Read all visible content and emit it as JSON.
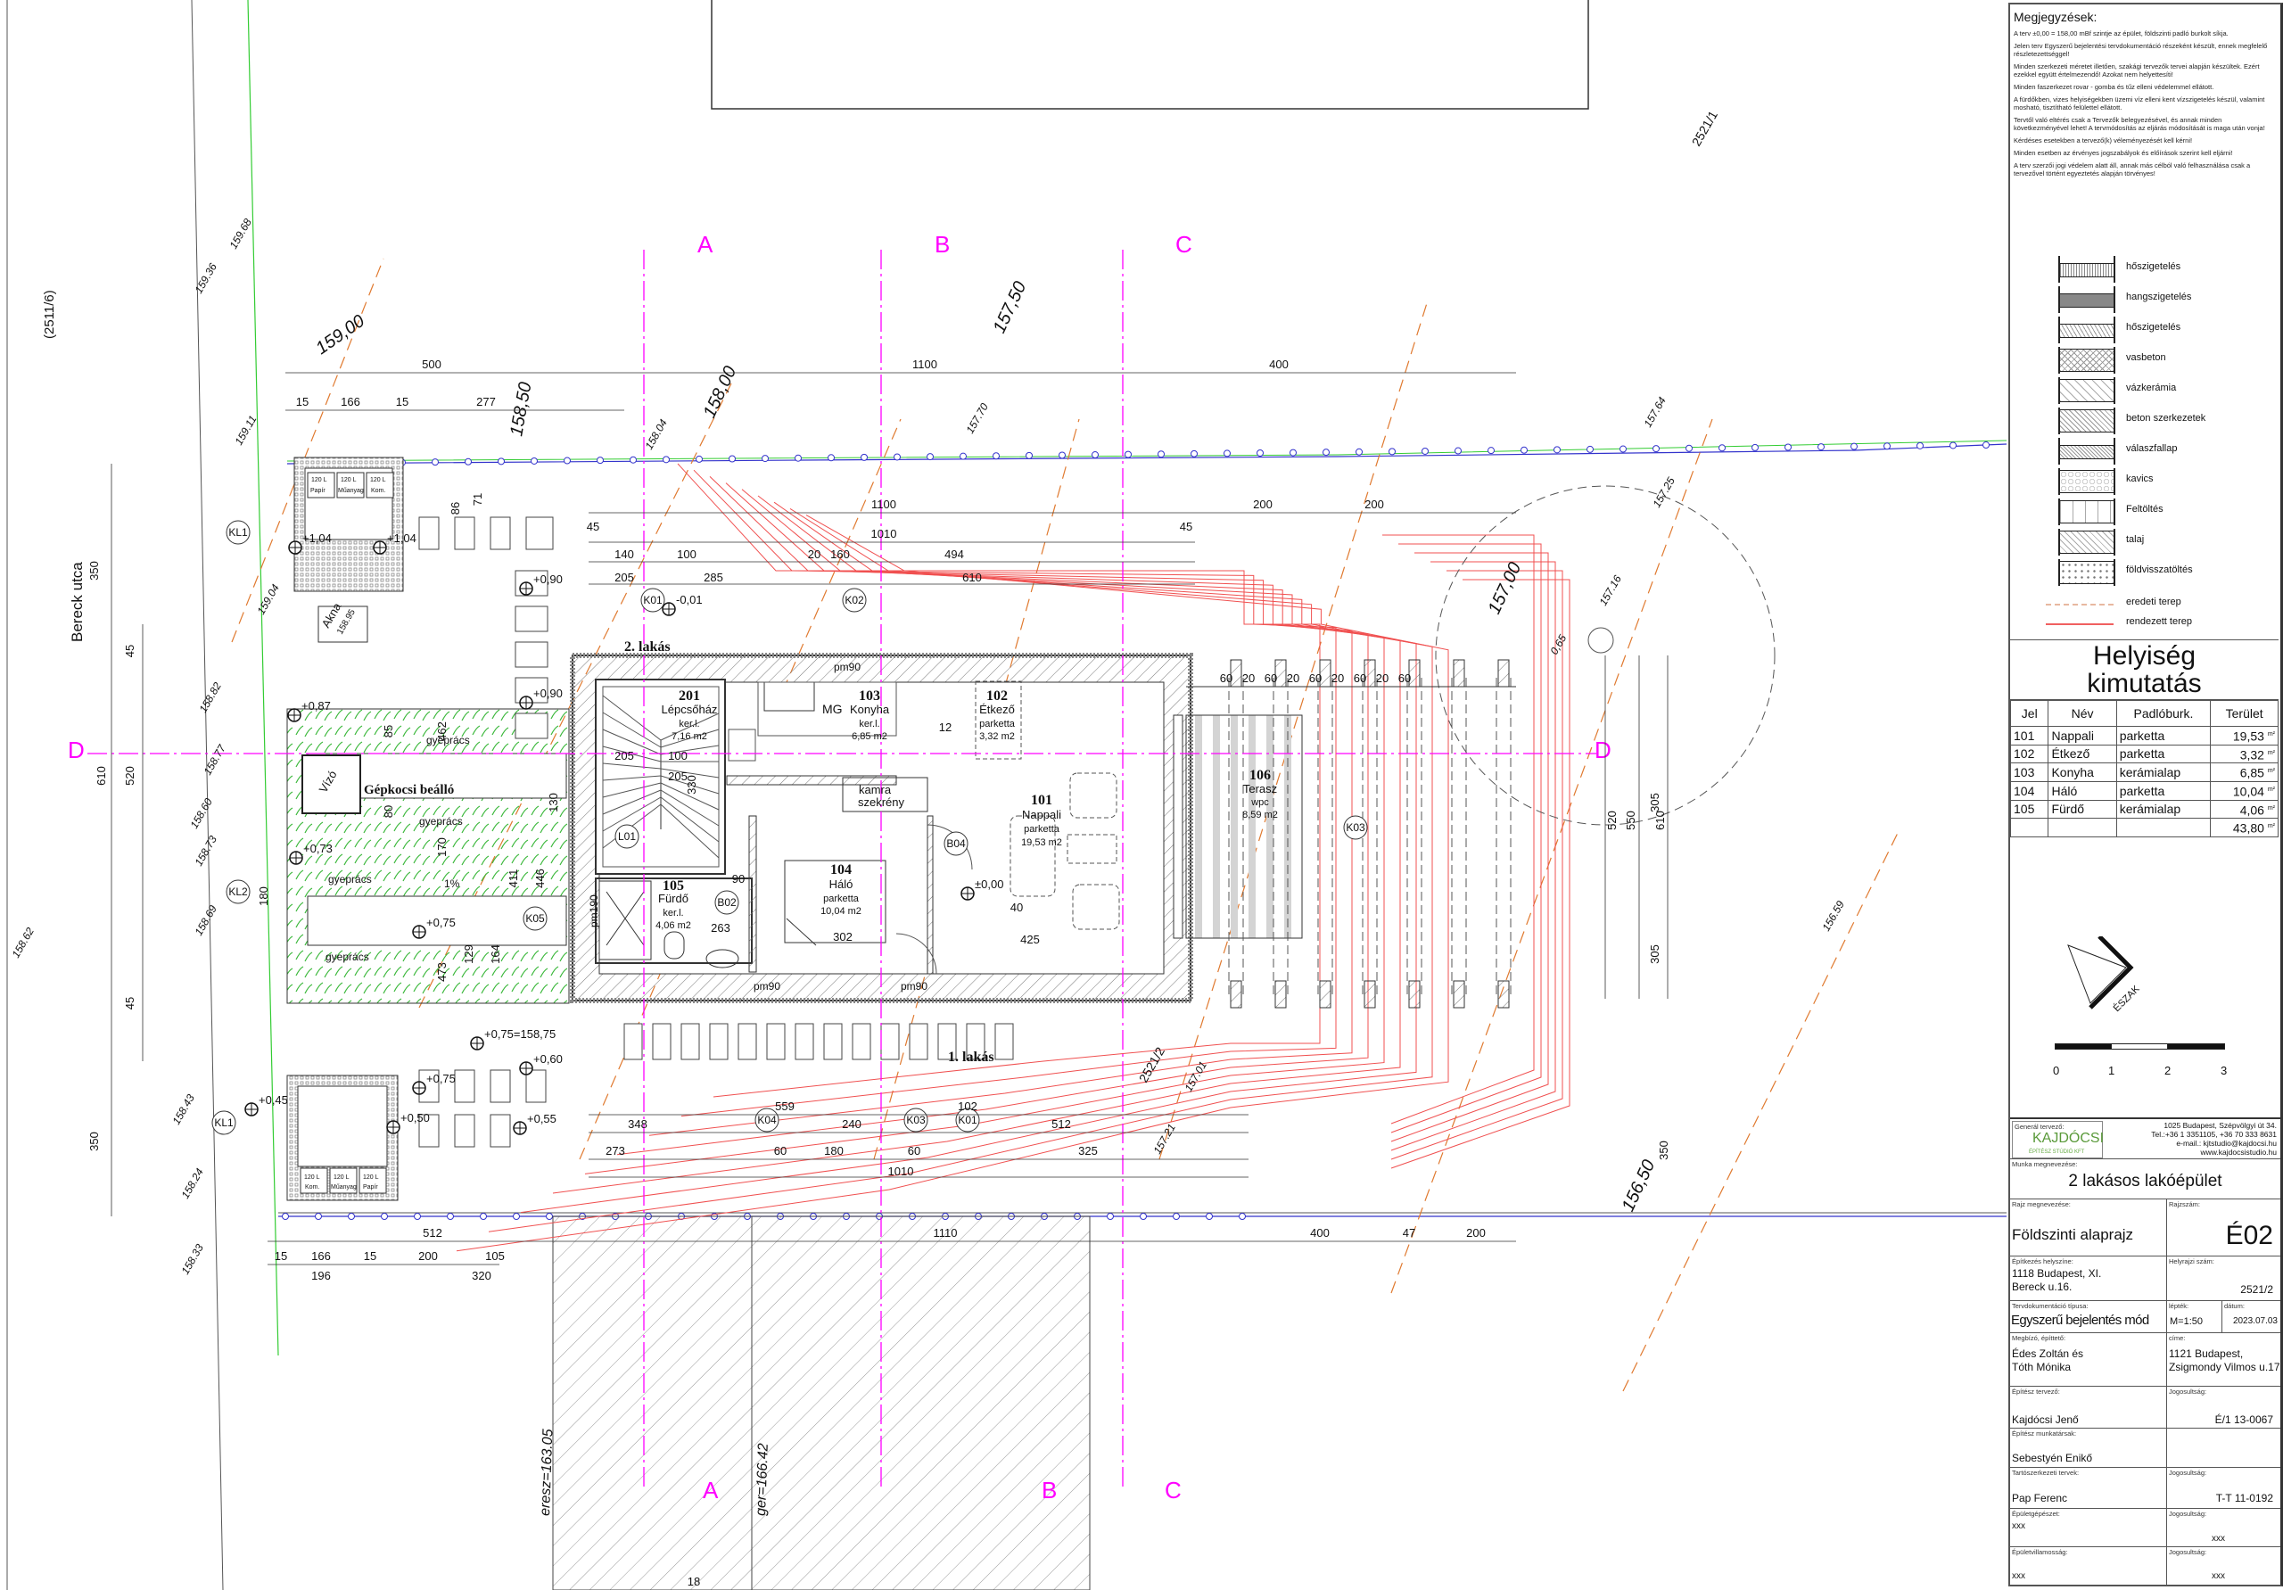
{
  "notes": {
    "title": "Megjegyzések:",
    "items": [
      "A terv ±0,00 = 158,00 mBf szintje az épület, földszinti padló burkolt síkja.",
      "Jelen terv Egyszerű bejelentési tervdokumentáció részeként készült, ennek megfelelő részletezettséggel!",
      "Minden szerkezeti méretet illetően, szakági tervezők tervei alapján készültek. Ezért ezekkel együtt értelmezendő! Azokat nem helyettesíti!",
      "Minden faszerkezet rovar - gomba és tűz elleni védelemmel ellátott.",
      "A fürdőkben, vizes helyiségekben üzemi víz elleni kent vízszigetelés készül, valamint mosható, tisztítható felülettel ellátott.",
      "Tervtől való eltérés csak a Tervezők belegyezésével, és annak minden következményével lehet! A tervmódosítás az eljárás módosítását is maga után vonja!",
      "Kérdéses esetekben a tervező(k) véleményezését kell kérni!",
      "Minden esetben az érvényes jogszabályok és előírások szerint kell eljárni!",
      "A terv szerzői jogi védelem alatt áll, annak más célból való felhasználása csak a tervezővel történt egyeztetés alapján törvényes!"
    ]
  },
  "legend": {
    "materials": [
      "hőszigetelés",
      "hangszigetelés",
      "hőszigetelés",
      "vasbeton",
      "vázkerámia",
      "beton szerkezetek",
      "válaszfallap",
      "kavics",
      "Feltöltés",
      "talaj",
      "földvisszatöltés"
    ],
    "lines": [
      {
        "label": "eredeti terep",
        "color": "#e8b8a0"
      },
      {
        "label": "rendezett terep",
        "color": "#f06060"
      }
    ]
  },
  "room_schedule": {
    "title_line1": "Helyiség",
    "title_line2": "kimutatás",
    "headers": [
      "Jel",
      "Név",
      "Padlóburk.",
      "Terület"
    ],
    "rows": [
      [
        "101",
        "Nappali",
        "parketta",
        "19,53"
      ],
      [
        "102",
        "Étkező",
        "parketta",
        "3,32"
      ],
      [
        "103",
        "Konyha",
        "kerámialap",
        "6,85"
      ],
      [
        "104",
        "Háló",
        "parketta",
        "10,04"
      ],
      [
        "105",
        "Fürdő",
        "kerámialap",
        "4,06"
      ]
    ],
    "unit": "m²",
    "total": "43,80"
  },
  "north_label": "ÉSZAK",
  "scale_bar": [
    "0",
    "1",
    "2",
    "3"
  ],
  "title_block": {
    "general_designer_caption": "Generál tervező:",
    "logo_text": "KAJDÓCSI",
    "logo_sub": "ÉPÍTÉSZ STÚDIÓ KFT",
    "address": "1025 Budapest, Szépvölgyi út 34.",
    "phone": "Tel.:+36 1 3351105, +36 70 333 8631",
    "email": "e-mail.: kjtstudio@kajdocsi.hu",
    "web": "www.kajdocsistudio.hu",
    "work_caption": "Munka megnevezése:",
    "work": "2 lakásos lakóépület",
    "drawing_caption": "Rajz megnevezése:",
    "drawing": "Földszinti alaprajz",
    "number_caption": "Rajzszám:",
    "number": "É02",
    "site_caption": "Építkezés helyszíne:",
    "site_line1": "1118 Budapest, XI.",
    "site_line2": "Bereck u.16.",
    "lot_caption": "Helyrajzi szám:",
    "lot": "2521/2",
    "doctype_caption": "Tervdokumentáció típusa:",
    "doctype": "Egyszerű bejelentés mód",
    "scale_caption": "lépték:",
    "scale": "M=1:50",
    "date_caption": "dátum:",
    "date": "2023.07.03",
    "client_caption": "Megbízó, építtető:",
    "client_line1": "Édes Zoltán és",
    "client_line2": "Tóth Mónika",
    "client_addr_caption": "címe:",
    "client_addr_line1": "1121 Budapest,",
    "client_addr_line2": "Zsigmondy Vilmos u.17",
    "architect_caption": "Építész tervező:",
    "architect": "Kajdócsi Jenő",
    "license_caption": "Jogosultság:",
    "architect_license": "É/1 13-0067",
    "associates_caption": "Építész munkatársak:",
    "associates": "Sebestyén Enikő",
    "structural_caption": "Tartószerkezeti tervek:",
    "structural": "Pap Ferenc",
    "structural_license": "T-T 11-0192",
    "mep_caption": "Épületgépészet:",
    "mep": "xxx",
    "mep_license": "xxx",
    "electrical_caption": "Épületvillamosság:",
    "electrical": "xxx",
    "electrical_license": "xxx"
  },
  "plan": {
    "street": "Bereck utca",
    "parcels": [
      "(2511/6)",
      "2521/1",
      "2521/2"
    ],
    "sections": [
      "A",
      "B",
      "C",
      "D"
    ],
    "units": [
      "2. lakás",
      "1. lakás"
    ],
    "rooms": {
      "r201": {
        "num": "201",
        "name": "Lépcsőház",
        "floor": "ker.l.",
        "area": "7,16  m2"
      },
      "r103": {
        "num": "103",
        "name": "Konyha",
        "floor": "ker.l.",
        "area": "6,85  m2"
      },
      "r102": {
        "num": "102",
        "name": "Étkező",
        "floor": "parketta",
        "area": "3,32  m2"
      },
      "r101": {
        "num": "101",
        "name": "Nappali",
        "floor": "parketta",
        "area": "19,53  m2"
      },
      "r104": {
        "num": "104",
        "name": "Háló",
        "floor": "parketta",
        "area": "10,04  m2"
      },
      "r105": {
        "num": "105",
        "name": "Fürdő",
        "floor": "ker.l.",
        "area": "4,06  m2"
      },
      "r106": {
        "num": "106",
        "name": "Terasz",
        "floor": "wpc",
        "area": "8,59  m2"
      }
    },
    "misc": [
      "kamra",
      "szekrény",
      "MG",
      "Gépkocsi beálló",
      "gyeprács",
      "Vízó",
      "Akna",
      "158.95",
      "120 L",
      "Papír",
      "Műanyag",
      "Kom.",
      "1%",
      "pm90",
      "pm190"
    ],
    "tags": [
      "KL1",
      "KL2",
      "K01",
      "K02",
      "K03",
      "K04",
      "K05",
      "B02",
      "B04",
      "L01"
    ],
    "levels": [
      "+1,04",
      "+0,90",
      "±0,00",
      "+0,73",
      "+0,75",
      "+0,87",
      "-0,01",
      "+0,45",
      "+0,50",
      "+0,55",
      "+0,60",
      "+0,75=158,75"
    ],
    "contours": [
      "159,00",
      "158,50",
      "158,00",
      "157,50",
      "157,00",
      "156,50"
    ],
    "spot_heights": [
      "159.68",
      "159.36",
      "159.11",
      "158.04",
      "157.70",
      "157.64",
      "157.25",
      "157.16",
      "0,65",
      "158.82",
      "158.77",
      "158.60",
      "158.62",
      "158.73",
      "158.69",
      "158.43",
      "158.24",
      "158.33",
      "159.04",
      "157.21",
      "157.01",
      "156.59"
    ],
    "ridge": [
      "eresz=163.05",
      "ger=166.42"
    ],
    "dims": [
      "500",
      "1100",
      "400",
      "15",
      "166",
      "277",
      "1100",
      "1010",
      "610",
      "200",
      "45",
      "140",
      "205",
      "100",
      "285",
      "20",
      "160",
      "494",
      "350",
      "520",
      "512",
      "1110",
      "47",
      "196",
      "320",
      "105",
      "559",
      "102",
      "348",
      "240",
      "325",
      "273",
      "60",
      "180",
      "12",
      "90",
      "305",
      "550",
      "425",
      "40",
      "302",
      "263",
      "18",
      "71",
      "86",
      "330",
      "462",
      "473",
      "446",
      "411",
      "170",
      "130",
      "129",
      "164",
      "85",
      "80",
      "180"
    ]
  }
}
